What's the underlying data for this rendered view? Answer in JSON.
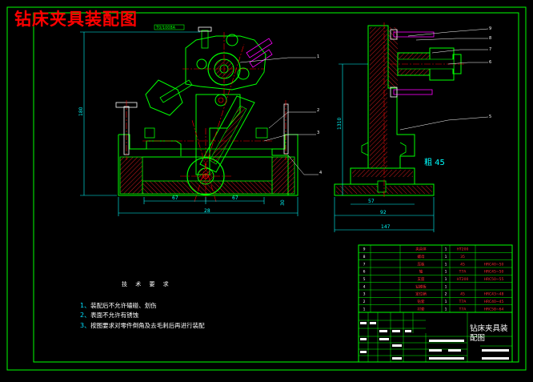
{
  "title": "钻床夹具装配图",
  "small_label": "T0/1008A",
  "dimensions": {
    "front_width": "28",
    "front_left_half": "67",
    "front_right_half": "67",
    "front_height": "180",
    "side_height": "1310",
    "side_bottom_1": "92",
    "side_bottom_2": "147",
    "side_inner": "57",
    "front_side_small": "30",
    "side_note": "粗 45"
  },
  "balloons": [
    "1",
    "2",
    "3",
    "4",
    "5",
    "6",
    "7",
    "8",
    "9"
  ],
  "tech_requirements": {
    "title": "技 术 要 求",
    "items": [
      {
        "num": "1、",
        "text": "装配后不允许磕碰、划伤"
      },
      {
        "num": "2、",
        "text": "表面不允许有锈蚀"
      },
      {
        "num": "3、",
        "text": "按图要求对零件倒角及去毛刺后再进行装配"
      }
    ]
  },
  "parts_table": {
    "rows": [
      {
        "no": "9",
        "name": "夹具体",
        "qty": "1",
        "material": "HT200",
        "note": ""
      },
      {
        "no": "8",
        "name": "螺母",
        "qty": "1",
        "material": "35",
        "note": ""
      },
      {
        "no": "7",
        "name": "压板",
        "qty": "1",
        "material": "45",
        "note": "HRC40~50"
      },
      {
        "no": "6",
        "name": "轴",
        "qty": "1",
        "material": "T7A",
        "note": "HRC45~50"
      },
      {
        "no": "5",
        "name": "支座",
        "qty": "1",
        "material": "HT200",
        "note": "HRC50~55"
      },
      {
        "no": "4",
        "name": "钻模板",
        "qty": "1",
        "material": "",
        "note": ""
      },
      {
        "no": "3",
        "name": "定位销",
        "qty": "2",
        "material": "45",
        "note": "HRC43~48"
      },
      {
        "no": "2",
        "name": "钻套",
        "qty": "1",
        "material": "T7A",
        "note": "HRC40~45"
      },
      {
        "no": "1",
        "name": "衬套",
        "qty": "1",
        "material": "T7A",
        "note": "HRC58~64"
      }
    ]
  },
  "title_block": {
    "drawing_name": "钻床夹具装配图"
  },
  "colors": {
    "background": "#000000",
    "frame": "#00ff00",
    "part_outline": "#00ff00",
    "hatch": "#ff0000",
    "center_line": "#ff0000",
    "dimension": "#00ffff",
    "leader": "#ffffff",
    "bolt": "#ff00ff",
    "title": "#ff0000"
  }
}
